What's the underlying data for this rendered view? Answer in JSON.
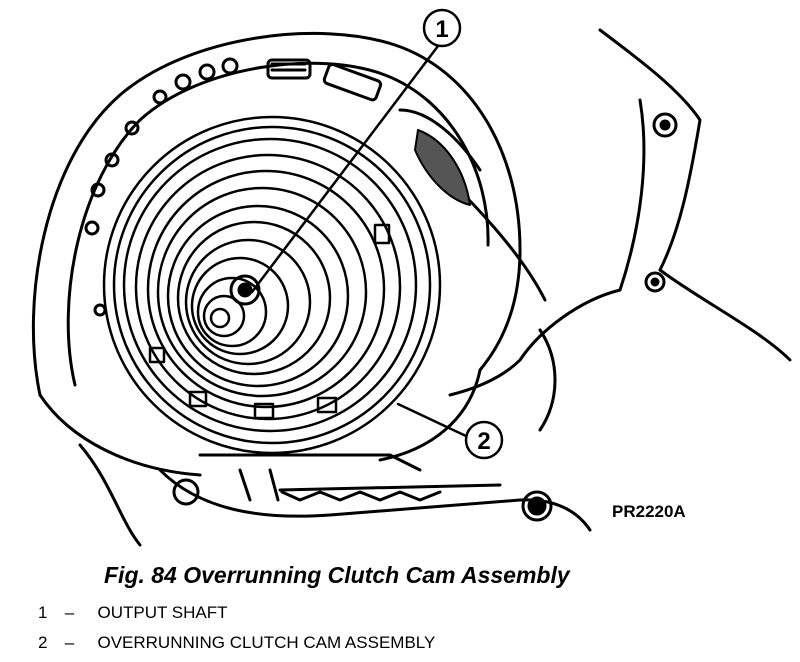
{
  "figure": {
    "code": "PR2220A",
    "callouts": [
      {
        "number": "1"
      },
      {
        "number": "2"
      }
    ]
  },
  "caption": "Fig. 84 Overrunning Clutch Cam Assembly",
  "legend": [
    {
      "number": "1",
      "dash": "–",
      "text": "OUTPUT SHAFT"
    },
    {
      "number": "2",
      "dash": "–",
      "text": "OVERRUNNING CLUTCH CAM ASSEMBLY"
    }
  ]
}
